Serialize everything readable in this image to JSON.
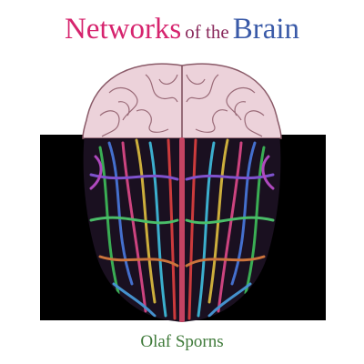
{
  "cover": {
    "title_part1": "Networks",
    "title_part2": "of the",
    "title_part3": "Brain",
    "author": "Olaf Sporns"
  },
  "colors": {
    "title_pink": "#d6246e",
    "title_small": "#8a2a5c",
    "title_blue": "#3a5aa8",
    "author_green": "#3f7a3a",
    "black_band": "#000000",
    "brain_pink": "#e8c8d2",
    "brain_line": "#9a6b78"
  },
  "artwork": {
    "icon": "brain-tractography-image"
  }
}
